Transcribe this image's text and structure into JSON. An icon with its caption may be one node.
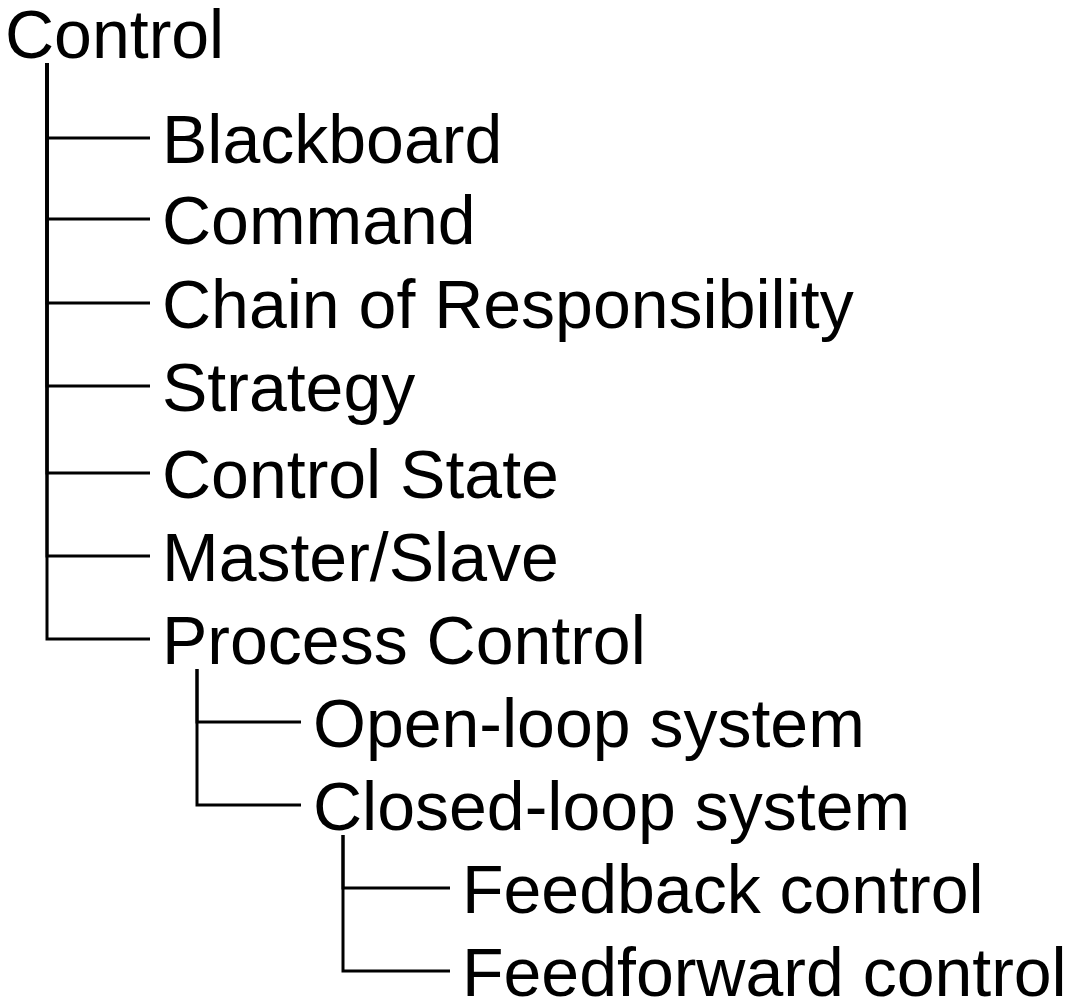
{
  "diagram": {
    "nodes": [
      {
        "text": [
          "Control"
        ]
      },
      {
        "text": [
          "Blackboard"
        ]
      },
      {
        "text": [
          "Command"
        ]
      },
      {
        "text": [
          "Chain of Responsibility"
        ]
      },
      {
        "text": [
          "Strategy"
        ]
      },
      {
        "text": [
          "Control State"
        ]
      },
      {
        "text": [
          "Master/Slave"
        ]
      },
      {
        "text": [
          "Process Control"
        ]
      },
      {
        "text": [
          "Open-loop system"
        ]
      },
      {
        "text": [
          "Closed-loop system"
        ]
      },
      {
        "text": [
          "Feedback control"
        ]
      },
      {
        "text": [
          "Feedforward control"
        ]
      }
    ],
    "edges": [
      {
        "from": 0,
        "to": 1,
        "arrow": "none"
      },
      {
        "from": 0,
        "to": 2,
        "arrow": "none"
      },
      {
        "from": 0,
        "to": 3,
        "arrow": "none"
      },
      {
        "from": 0,
        "to": 4,
        "arrow": "none"
      },
      {
        "from": 0,
        "to": 5,
        "arrow": "none"
      },
      {
        "from": 0,
        "to": 6,
        "arrow": "none"
      },
      {
        "from": 0,
        "to": 7,
        "arrow": "none"
      },
      {
        "from": 7,
        "to": 8,
        "arrow": "none"
      },
      {
        "from": 7,
        "to": 9,
        "arrow": "none"
      },
      {
        "from": 9,
        "to": 10,
        "arrow": "none"
      },
      {
        "from": 9,
        "to": 11,
        "arrow": "none"
      }
    ]
  }
}
